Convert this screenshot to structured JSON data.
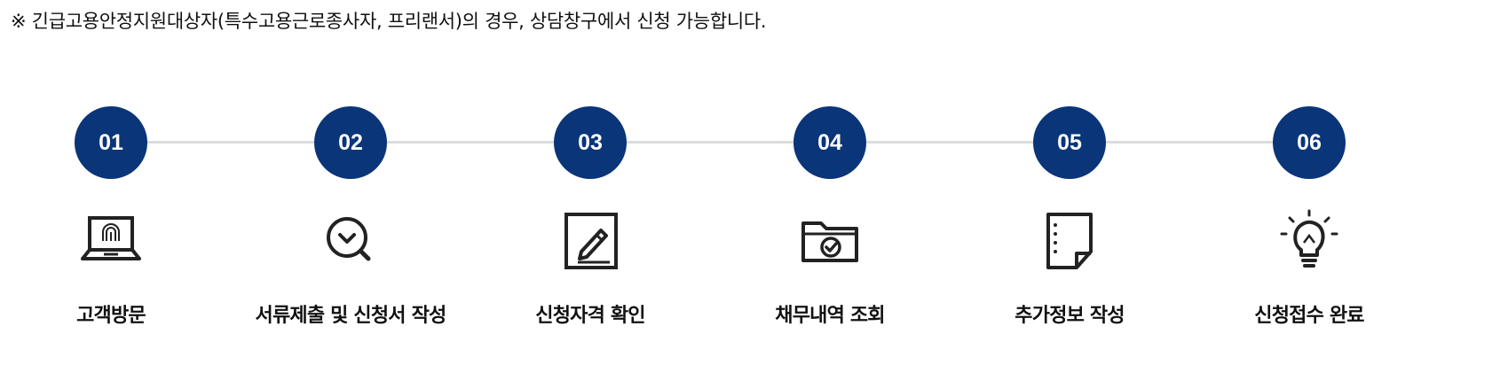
{
  "notice": "※ 긴급고용안정지원대상자(특수고용근로종사자, 프리랜서)의 경우, 상담창구에서 신청 가능합니다.",
  "colors": {
    "step_circle": "#0a3578",
    "connector": "#dcdcdc",
    "icon": "#222222"
  },
  "steps": [
    {
      "number": "01",
      "label": "고객방문",
      "icon": "laptop-fingerprint-icon"
    },
    {
      "number": "02",
      "label": "서류제출 및 신청서 작성",
      "icon": "magnifier-check-icon"
    },
    {
      "number": "03",
      "label": "신청자격 확인",
      "icon": "document-pen-icon"
    },
    {
      "number": "04",
      "label": "채무내역 조회",
      "icon": "folder-check-icon"
    },
    {
      "number": "05",
      "label": "추가정보 작성",
      "icon": "document-page-icon"
    },
    {
      "number": "06",
      "label": "신청접수 완료",
      "icon": "lightbulb-icon"
    }
  ]
}
